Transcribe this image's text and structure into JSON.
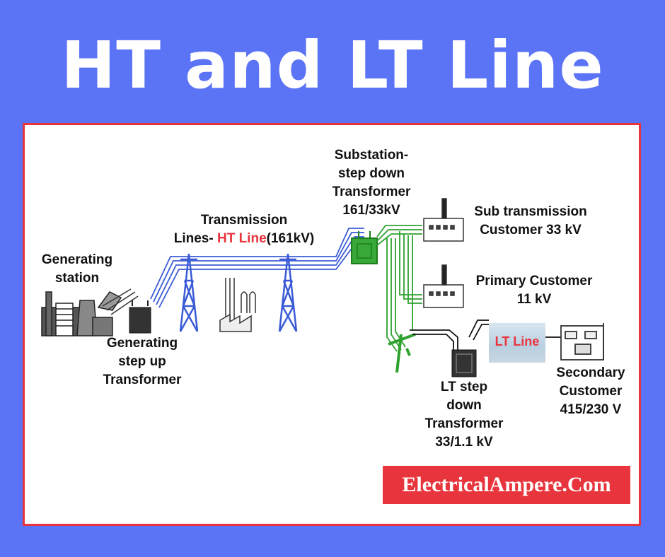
{
  "title": "HT and LT Line",
  "labels": {
    "generating_station": [
      "Generating",
      "station"
    ],
    "generating_transformer": [
      "Generating",
      "step up",
      "Transformer"
    ],
    "transmission_line1": "Transmission",
    "transmission_line2_prefix": "Lines- ",
    "transmission_ht": "HT Line",
    "transmission_line2_suffix": "(161kV)",
    "substation": [
      "Substation-",
      "step down",
      "Transformer",
      "161/33kV"
    ],
    "sub_transmission": [
      "Sub transmission",
      "Customer 33 kV"
    ],
    "primary_customer": [
      "Primary Customer",
      "11 kV"
    ],
    "lt_line": "LT Line",
    "secondary_customer": [
      "Secondary",
      "Customer",
      "415/230 V"
    ],
    "lt_transformer": [
      "LT step",
      "down",
      "Transformer",
      "33/1.1 kV"
    ]
  },
  "brand": "ElectricalAmpere.Com",
  "colors": {
    "background": "#5b73f5",
    "accent": "#e8353d",
    "ht_line": "#3a5bd6",
    "sub_line": "#2ea12e",
    "lt_line": "#111111"
  }
}
